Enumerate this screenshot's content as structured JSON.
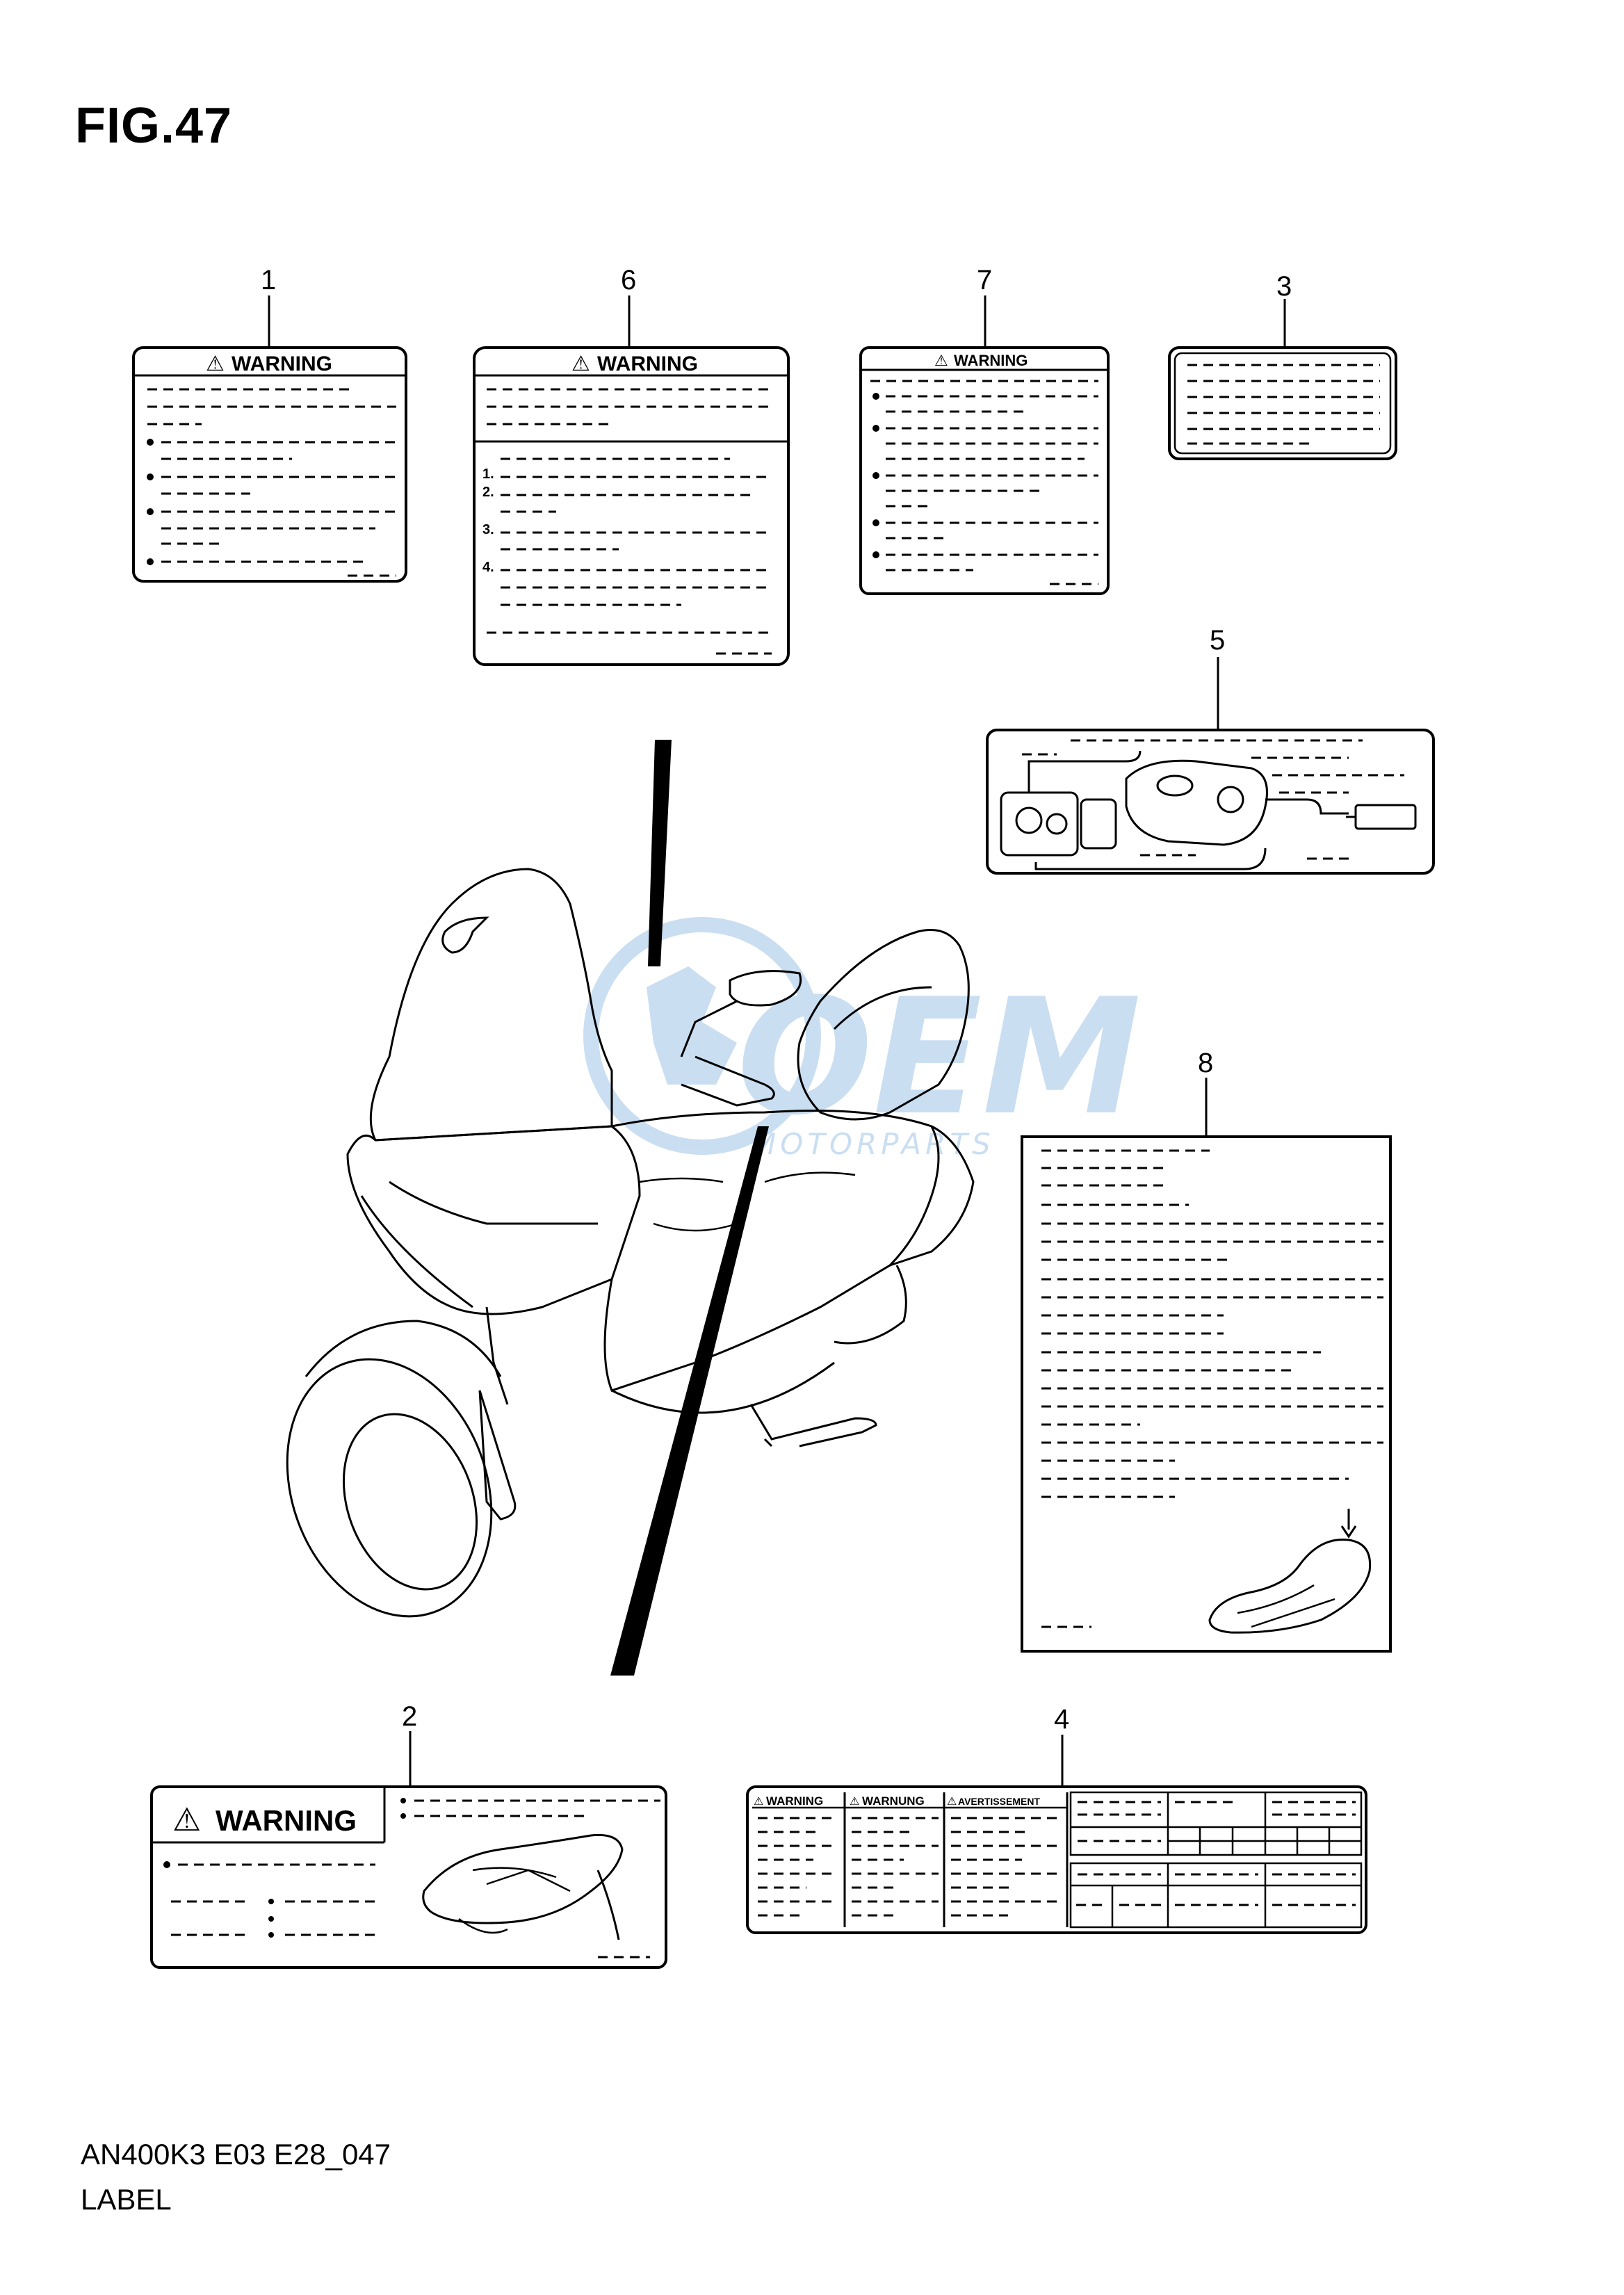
{
  "figure": {
    "title": "FIG.47",
    "code": "AN400K3 E03 E28_047",
    "name": "LABEL"
  },
  "callouts": [
    "1",
    "6",
    "7",
    "3",
    "5",
    "8",
    "2",
    "4"
  ],
  "labels": {
    "warning_text": "WARNING",
    "warnung_text": "WARNUNG",
    "avertissement_text": "AVERTISSEMENT",
    "list_numbers": [
      "1.",
      "2.",
      "3.",
      "4."
    ]
  },
  "watermark": {
    "brand": "OEM",
    "sub": "MOTORPARTS",
    "color": "#9fc4e8"
  },
  "colors": {
    "line": "#000000",
    "background": "#ffffff"
  }
}
